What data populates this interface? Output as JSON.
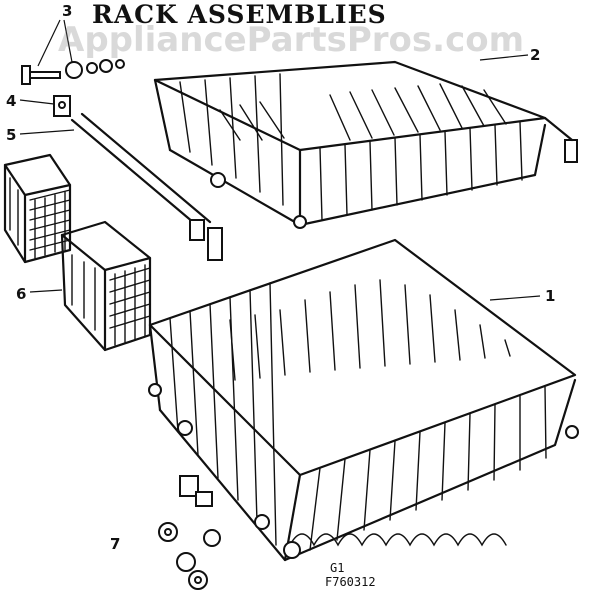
{
  "title": "RACK ASSEMBLIES",
  "watermark": "AppliancePartsPros.com",
  "callouts": [
    "1",
    "2",
    "3",
    "4",
    "5",
    "6",
    "7"
  ],
  "diagram_code": {
    "line1": "G1",
    "line2": "F760312"
  }
}
